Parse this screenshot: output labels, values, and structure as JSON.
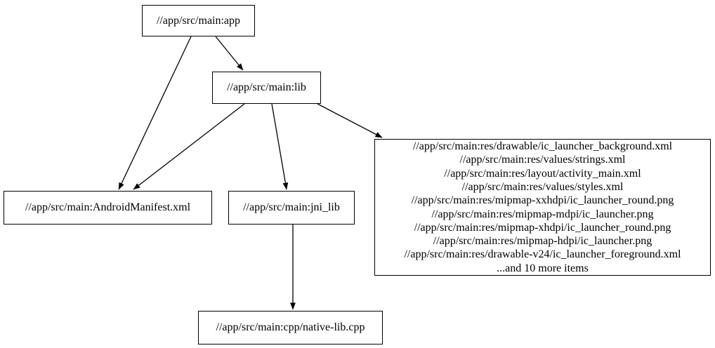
{
  "diagram": {
    "type": "dependency-graph",
    "background_color": "#ffffff",
    "stroke_color": "#000000",
    "nodes": {
      "app": {
        "label": "//app/src/main:app"
      },
      "lib": {
        "label": "//app/src/main:lib"
      },
      "manifest": {
        "label": "//app/src/main:AndroidManifest.xml"
      },
      "jni_lib": {
        "label": "//app/src/main:jni_lib"
      },
      "cpp": {
        "label": "//app/src/main:cpp/native-lib.cpp"
      },
      "res": {
        "lines": [
          "//app/src/main:res/drawable/ic_launcher_background.xml",
          "//app/src/main:res/values/strings.xml",
          "//app/src/main:res/layout/activity_main.xml",
          "//app/src/main:res/values/styles.xml",
          "//app/src/main:res/mipmap-xxhdpi/ic_launcher_round.png",
          "//app/src/main:res/mipmap-mdpi/ic_launcher.png",
          "//app/src/main:res/mipmap-xhdpi/ic_launcher_round.png",
          "//app/src/main:res/mipmap-hdpi/ic_launcher.png",
          "//app/src/main:res/drawable-v24/ic_launcher_foreground.xml",
          "...and 10 more items"
        ]
      }
    },
    "edges": [
      {
        "from": "//app/src/main:app",
        "to": "//app/src/main:lib"
      },
      {
        "from": "//app/src/main:app",
        "to": "//app/src/main:AndroidManifest.xml"
      },
      {
        "from": "//app/src/main:lib",
        "to": "//app/src/main:AndroidManifest.xml"
      },
      {
        "from": "//app/src/main:lib",
        "to": "//app/src/main:jni_lib"
      },
      {
        "from": "//app/src/main:lib",
        "to": "//app/src/main:res (resource group)"
      },
      {
        "from": "//app/src/main:jni_lib",
        "to": "//app/src/main:cpp/native-lib.cpp"
      }
    ]
  }
}
